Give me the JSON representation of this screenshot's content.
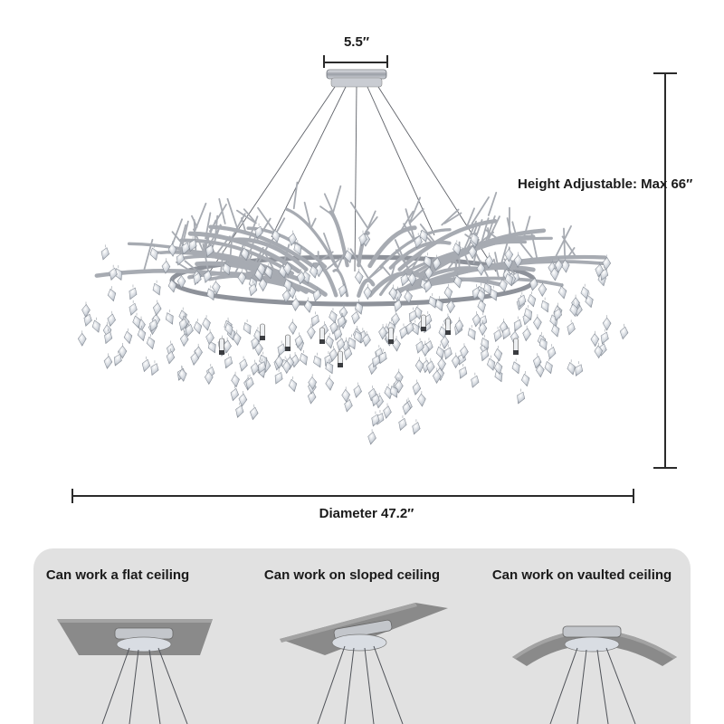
{
  "dimensions": {
    "canopy_width": "5.5″",
    "height": "Height Adjustable: Max 66″",
    "diameter": "Diameter 47.2″"
  },
  "installation": {
    "flat": "Can work a flat ceiling",
    "sloped": "Can work on sloped ceiling",
    "vaulted": "Can work on vaulted ceiling"
  },
  "colors": {
    "chrome": "#b9bcc2",
    "crystal": "#d9dde3",
    "ceiling": "#8a8a8a",
    "panel": "#e1e1e1"
  }
}
